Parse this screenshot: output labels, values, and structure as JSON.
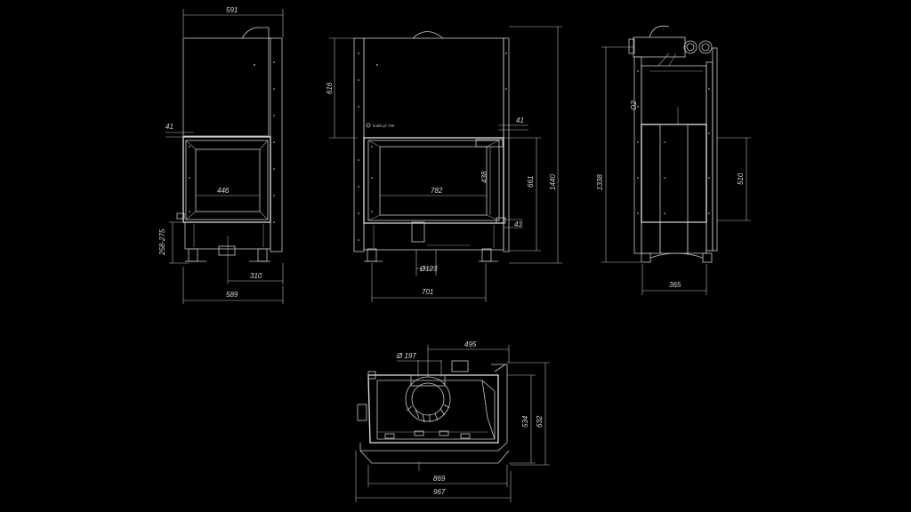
{
  "drawing": {
    "background": "#000000",
    "line_color": "#c8c8c8",
    "brand_label": "kratki.pl 790",
    "side_view": {
      "dims": {
        "width_top": "591",
        "step_41": "41",
        "glass_width": "446",
        "leg_height": "258-275",
        "outlet_offset": "310",
        "base_width": "589"
      }
    },
    "front_view": {
      "dims": {
        "hood_height": "616",
        "step_41": "41",
        "glass_width": "782",
        "glass_height": "438",
        "firebox_height": "661",
        "bottom_43": "43",
        "total_height": "1440",
        "air_inlet": "Ø123",
        "base_width": "701"
      }
    },
    "profile_view": {
      "dims": {
        "height": "1338",
        "depth": "365",
        "panel_height": "510"
      }
    },
    "top_view": {
      "dims": {
        "outlet_diameter": "Ø 197",
        "outlet_offset": "495",
        "depth_inner": "534",
        "depth_total": "632",
        "width_inner": "869",
        "width_total": "967"
      }
    }
  }
}
